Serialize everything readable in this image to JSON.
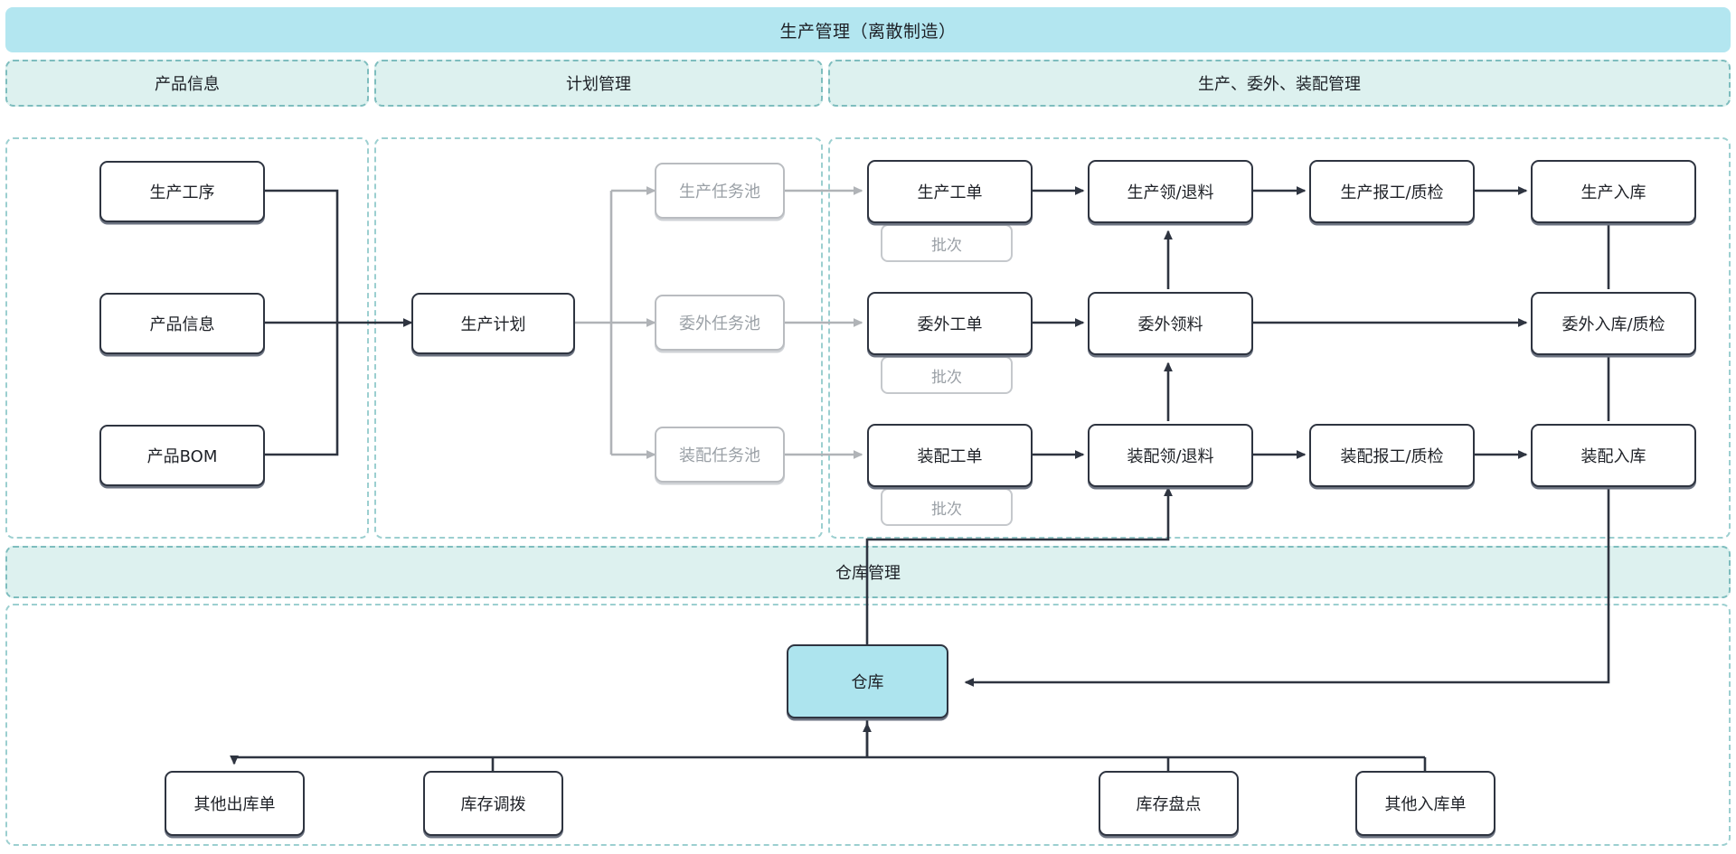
{
  "banner": {
    "title": "生产管理（离散制造）"
  },
  "sections": [
    {
      "id": "product-info",
      "label": "产品信息"
    },
    {
      "id": "plan-mgmt",
      "label": "计划管理"
    },
    {
      "id": "prod-out-asm",
      "label": "生产、委外、装配管理"
    },
    {
      "id": "warehouse-mgmt",
      "label": "仓库管理"
    }
  ],
  "nodes": {
    "product": [
      {
        "id": "process",
        "label": "生产工序"
      },
      {
        "id": "prodinfo",
        "label": "产品信息"
      },
      {
        "id": "bom",
        "label": "产品BOM"
      }
    ],
    "plan": [
      {
        "id": "plan",
        "label": "生产计划"
      },
      {
        "id": "pool_prod",
        "label": "生产任务池"
      },
      {
        "id": "pool_out",
        "label": "委外任务池"
      },
      {
        "id": "pool_asm",
        "label": "装配任务池"
      }
    ],
    "manufacturing": [
      {
        "id": "wo_prod",
        "label": "生产工单"
      },
      {
        "id": "wo_out",
        "label": "委外工单"
      },
      {
        "id": "wo_asm",
        "label": "装配工单"
      },
      {
        "id": "batch_prod",
        "label": "批次"
      },
      {
        "id": "batch_out",
        "label": "批次"
      },
      {
        "id": "batch_asm",
        "label": "批次"
      },
      {
        "id": "mat_prod",
        "label": "生产领/退料"
      },
      {
        "id": "mat_out",
        "label": "委外领料"
      },
      {
        "id": "mat_asm",
        "label": "装配领/退料"
      },
      {
        "id": "rep_prod",
        "label": "生产报工/质检"
      },
      {
        "id": "rep_asm",
        "label": "装配报工/质检"
      },
      {
        "id": "in_prod",
        "label": "生产入库"
      },
      {
        "id": "in_out",
        "label": "委外入库/质检"
      },
      {
        "id": "in_asm",
        "label": "装配入库"
      }
    ],
    "warehouse": [
      {
        "id": "wh",
        "label": "仓库"
      },
      {
        "id": "other_out",
        "label": "其他出库单"
      },
      {
        "id": "transfer",
        "label": "库存调拨"
      },
      {
        "id": "stocktake",
        "label": "库存盘点"
      },
      {
        "id": "other_in",
        "label": "其他入库单"
      }
    ]
  },
  "colors": {
    "banner_fill": "#b3e6f0",
    "section_fill": "#ddf1ef",
    "section_border": "#7ebdbe",
    "node_border": "#2e3440",
    "muted_border": "#b9bcc0",
    "accent_fill": "#ade4ee",
    "edge_dark": "#2e3440",
    "edge_gray": "#b0b3b7"
  }
}
